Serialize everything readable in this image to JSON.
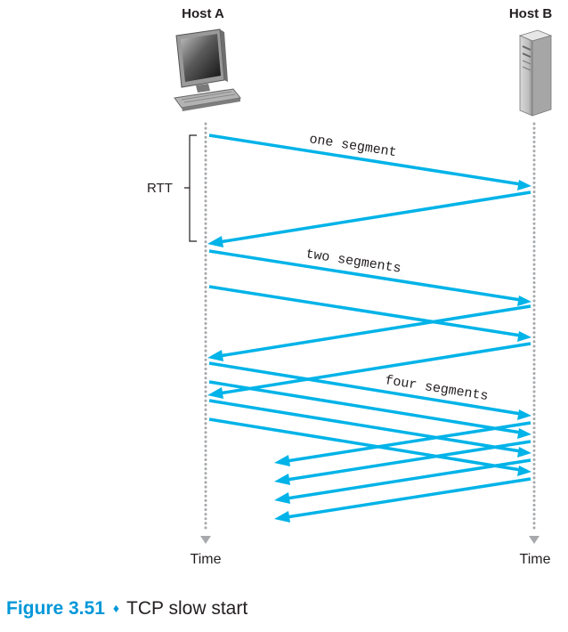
{
  "hosts": {
    "a_label": "Host A",
    "b_label": "Host B"
  },
  "timeline": {
    "a_time_label": "Time",
    "b_time_label": "Time"
  },
  "rtt_label": "RTT",
  "segment_labels": {
    "one": "one segment",
    "two": "two segments",
    "four": "four segments"
  },
  "caption": {
    "figure_number": "Figure 3.51",
    "separator": "♦",
    "title": "TCP slow start"
  },
  "colors": {
    "arrow": "#00b3e8",
    "caption_accent": "#0097d8",
    "timeline_dots": "#a7a9ac"
  },
  "icons": {
    "host_a": "desktop-computer-icon",
    "host_b": "tower-server-icon"
  }
}
